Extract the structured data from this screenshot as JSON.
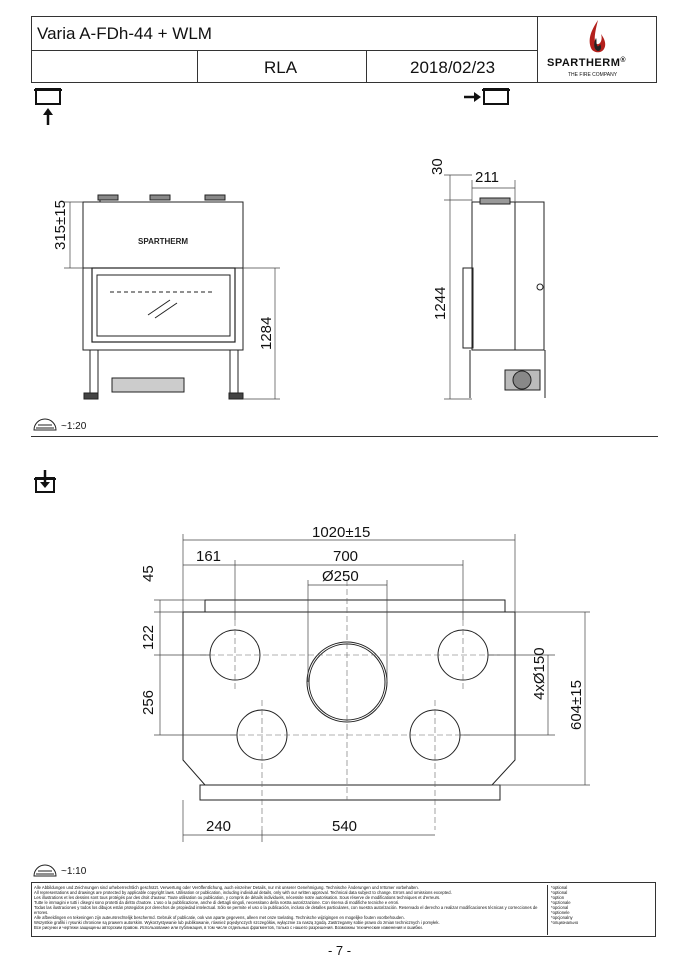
{
  "header": {
    "model": "Varia A-FDh-44 + WLM",
    "code": "RLA",
    "date": "2018/02/23",
    "brand": "SPARTHERM",
    "brand_registered": "®",
    "brand_tagline": "THE FIRE COMPANY"
  },
  "view_top": {
    "scale": "~1:20",
    "front_logo": "SPARTHERM",
    "dims": {
      "height_upper": "315±15",
      "height_total": "1284",
      "side_top": "30",
      "side_depth": "211",
      "side_height": "1244"
    }
  },
  "view_bottom": {
    "scale": "~1:10",
    "dims": {
      "width_total": "1020±15",
      "offset_left": "161",
      "span_700": "700",
      "diameter_center": "Ø250",
      "top_45": "45",
      "dim_122": "122",
      "dim_256": "256",
      "holes": "4xØ150",
      "depth_total": "604±15",
      "bottom_240": "240",
      "bottom_540": "540"
    }
  },
  "footer": {
    "disclaimer_lines": [
      "Alle Abbildungen und Zeichnungen sind urheberrechtlich geschützt. Verwertung oder Veröffentlichung, auch einzelner Details, nur mit unserer Genehmigung. Technische Änderungen und Irrtümer vorbehalten.",
      "All representations and drawings are protected by applicable copyright laws. Utilisation or publication, including individual details, only with our written approval. Technical data subject to change. Errors and omissions excepted.",
      "Les illustrations et les dessins sont tous protégés par des droit d'auteur. Toute utilisation ou publication, y compris de détails individuels, nécessite notre autorisation. Sous réserve de modifications techniques et d'erreurs.",
      "Tutte le immagini e tutti i disegni sono protetti da diritto d'autore. L'uso o la pubblicazione, anche di dettagli singoli, necessitano della nostra autorizzazione. Con riserva di modifiche tecniche e errori.",
      "Todas las ilustraciones y todos los dibujos están protegidos por derechos de propiedad intelectual. Sólo se permite el uso o la publicación, incluso de detalles particulares, con nuestra autorización. Reservado el derecho a realizar modificaciones técnicas y correcciones de errores.",
      "Alle afbeeldingen en tekeningen zijn auteursrechtelijk beschermd. Gebruik of publicatie, ook van aparte gegevens, alleen met onze toelating. Technische wijzigingen en mogelijke fouten voorbehouden.",
      "Wszystkie grafiki i rysunki chronione są prawem autorskim. Wykorzystywanie lub publikowanie, również pojedynczych szczegółów, wyłącznie za naszą zgodą. Zastrzegamy sobie prawo do zmian technicznych i pomyłek.",
      "Все рисунки и чертежи защищены авторским правом. Использование или публикация, в том числе отдельных фрагментов, только с нашего разрешения. Возможны технические изменения и ошибки."
    ],
    "optional_labels": [
      "*optional",
      "*optional",
      "*option",
      "*opzionale",
      "*opcional",
      "*optionele",
      "*opcjonalny",
      "*опционально"
    ],
    "page_number": "- 7 -"
  }
}
